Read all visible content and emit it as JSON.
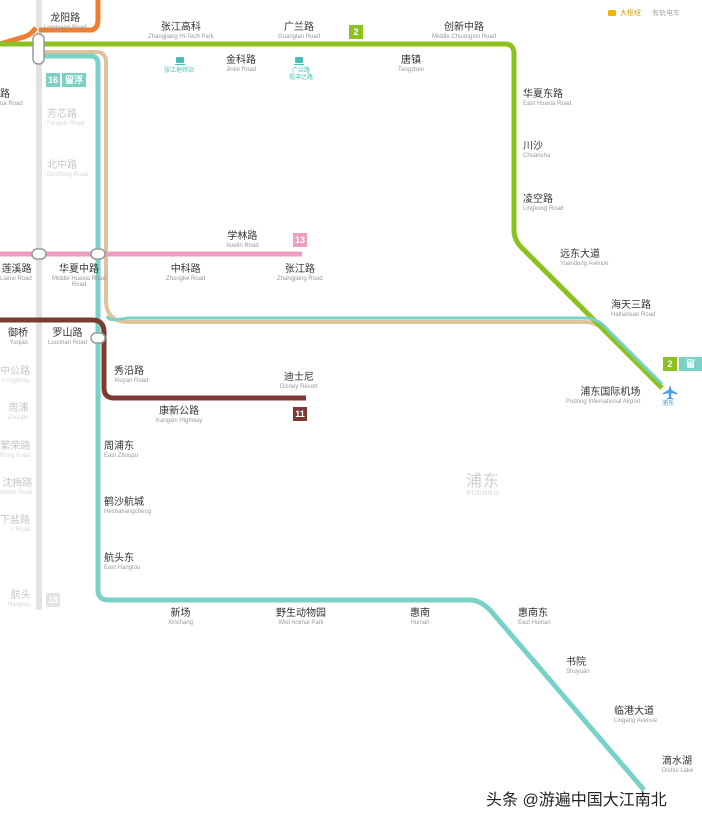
{
  "legend": {
    "major_label": "大枢纽",
    "minor_label": "有轨电车"
  },
  "district": {
    "name_zh": "浦东",
    "name_en": "PUDONG"
  },
  "watermark": "头条 @游遍中国大江南北",
  "airport": {
    "label": "浦东"
  },
  "line_badges": {
    "l2_top": "2",
    "l2_right": "2",
    "l2_right_tag": "留浮",
    "l16": "16",
    "l16_tag": "留浮",
    "l13": "13",
    "l11": "11",
    "l2_grey": "18"
  },
  "colors": {
    "line2": "#8cc220",
    "line16": "#78d2c8",
    "line13": "#ec9ec0",
    "line11": "#7b3b33",
    "line7": "#ee7e32",
    "beige": "#e0c39a",
    "grey": "#e0e0e0"
  },
  "stations": {
    "longyang": {
      "zh": "龙阳路",
      "en": "Longyang Road"
    },
    "zhangjiang_hitech": {
      "zh": "张江高科",
      "en": "Zhangjiang Hi-Tech Park"
    },
    "guanglan": {
      "zh": "广兰路",
      "en": "Guanglan Road"
    },
    "chuangxin": {
      "zh": "创新中路",
      "en": "Middle Chuangxin Road"
    },
    "jinke": {
      "zh": "金科路",
      "en": "Jinke Road"
    },
    "tangzhen": {
      "zh": "唐镇",
      "en": "Tangzhen"
    },
    "huaxia_e": {
      "zh": "华夏东路",
      "en": "East Huaxia Road"
    },
    "chuansha": {
      "zh": "川沙",
      "en": "Chuansha"
    },
    "lingkong": {
      "zh": "凌空路",
      "en": "Lingkong Road"
    },
    "yuandong": {
      "zh": "远东大道",
      "en": "Yuandong Avenue"
    },
    "haitian3": {
      "zh": "海天三路",
      "en": "Haitiansan Road"
    },
    "airport": {
      "zh": "浦东国际机场",
      "en": "Pudong International Airport"
    },
    "xuelin": {
      "zh": "学林路",
      "en": "Xuelin Road"
    },
    "zhongke": {
      "zh": "中科路",
      "en": "Zhongke Road"
    },
    "zhangjiang": {
      "zh": "张江路",
      "en": "Zhangjiang Road"
    },
    "lianxi": {
      "zh": "莲溪路",
      "en": "Lianxi Road"
    },
    "huaxia_m": {
      "zh": "华夏中路",
      "en": "Middle Huaxia Road"
    },
    "yuqiao": {
      "zh": "御桥",
      "en": "Yuqiao"
    },
    "luoshan": {
      "zh": "罗山路",
      "en": "Luoshan Road"
    },
    "xiuyan": {
      "zh": "秀沿路",
      "en": "Xiuyan Road"
    },
    "disney": {
      "zh": "迪士尼",
      "en": "Disney Resort"
    },
    "kangxin": {
      "zh": "康新公路",
      "en": "Kangxin Highway"
    },
    "zhoupu_e": {
      "zh": "周浦东",
      "en": "East Zhoupu"
    },
    "heshahang": {
      "zh": "鹤沙航城",
      "en": "Heshahangcheng"
    },
    "hangtou_e": {
      "zh": "航头东",
      "en": "East Hangtou"
    },
    "xinchang": {
      "zh": "新场",
      "en": "Xinchang"
    },
    "wildanimal": {
      "zh": "野生动物园",
      "en": "Wild Animal Park"
    },
    "huinan": {
      "zh": "惠南",
      "en": "Huinan"
    },
    "huinan_e": {
      "zh": "惠南东",
      "en": "East Huinan"
    },
    "shuyuan": {
      "zh": "书院",
      "en": "Shuyuan"
    },
    "lingang": {
      "zh": "临港大道",
      "en": "Lingang Avenue"
    },
    "dishui": {
      "zh": "滴水湖",
      "en": "Dishui Lake"
    },
    "l2_left": {
      "zh": "路",
      "en": "ua Road"
    },
    "fanghua": {
      "zh": "芳芯路",
      "en": "Fangxin Road"
    },
    "beizhong": {
      "zh": "北中路",
      "en": "Beizhong Road"
    },
    "puhang_l": {
      "zh": "中公路",
      "en": "n Highway"
    },
    "zhoupu": {
      "zh": "周浦",
      "en": "Zhoupu"
    },
    "hexiu": {
      "zh": "繁荣路",
      "en": "Rong Road"
    },
    "shendu": {
      "zh": "沈梅路",
      "en": "Meihe Road"
    },
    "xiasha": {
      "zh": "下盐路",
      "en": "n Road"
    },
    "hangtou": {
      "zh": "航头",
      "en": "Hangtou"
    },
    "tram1": {
      "zh": "张江地铁站",
      "en": ""
    },
    "tram2": {
      "zh": "广兰路",
      "en": ""
    },
    "tram2b": {
      "zh": "祖冲之路",
      "en": ""
    }
  }
}
